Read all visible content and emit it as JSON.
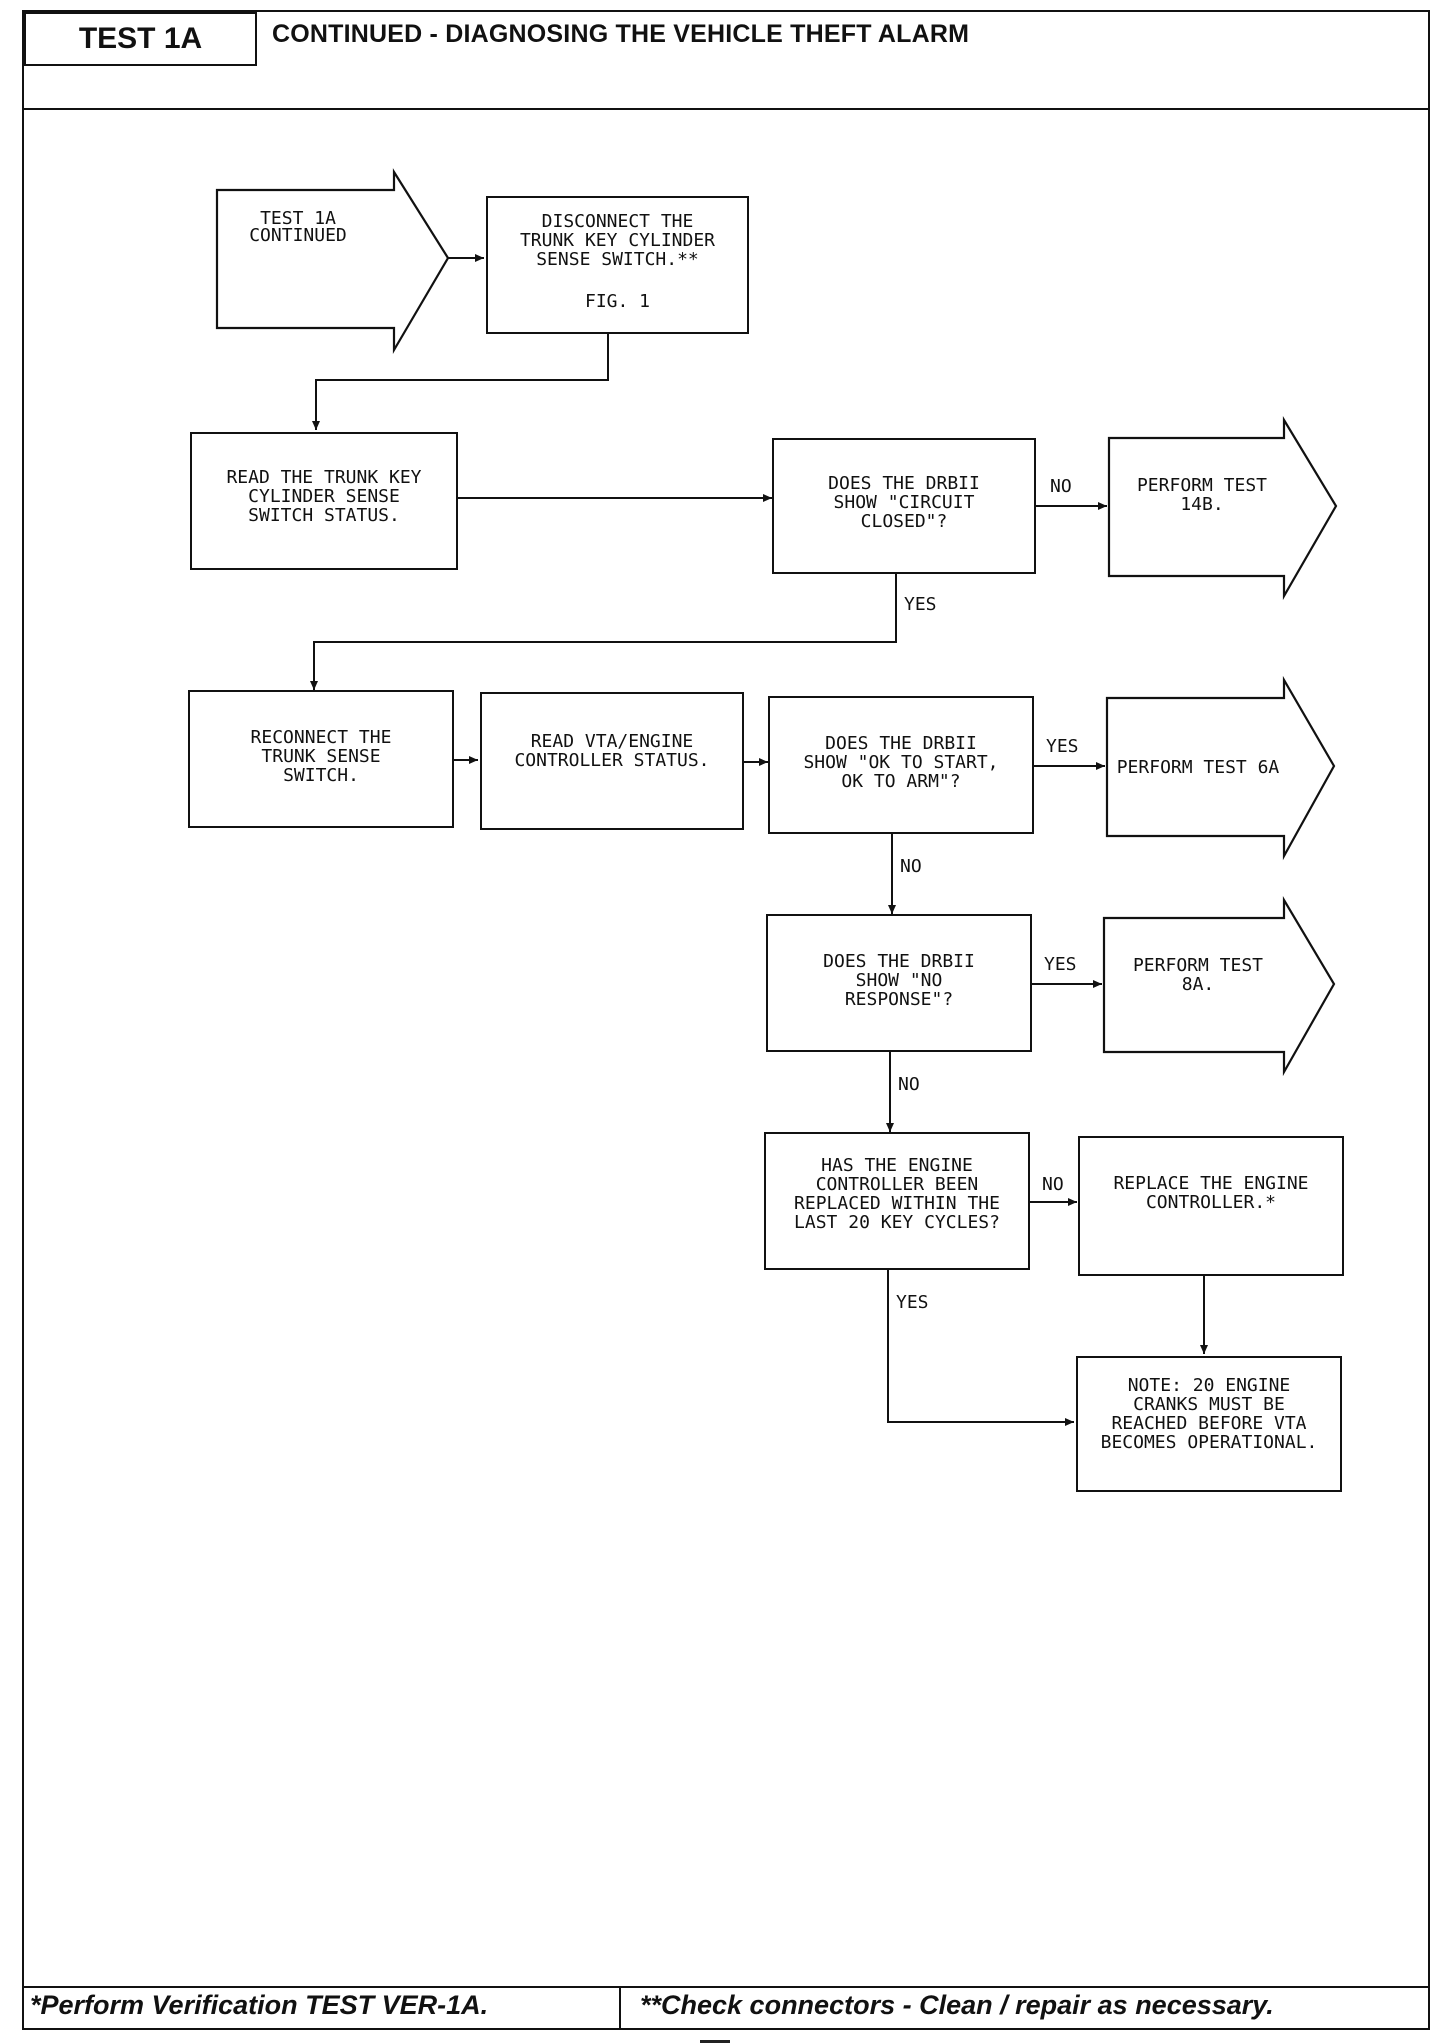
{
  "header": {
    "test_label": "TEST 1A",
    "title": "CONTINUED - DIAGNOSING THE VEHICLE THEFT ALARM"
  },
  "flowchart": {
    "start": {
      "line1": "TEST 1A",
      "line2": "CONTINUED"
    },
    "disconnect": {
      "line1": "DISCONNECT THE",
      "line2": "TRUNK KEY CYLINDER",
      "line3": "SENSE SWITCH.**",
      "fig": "FIG. 1"
    },
    "read_trunk": {
      "line1": "READ THE TRUNK KEY",
      "line2": "CYLINDER SENSE",
      "line3": "SWITCH STATUS."
    },
    "q_circuit": {
      "line1": "DOES THE DRBII",
      "line2": "SHOW \"CIRCUIT",
      "line3": "CLOSED\"?"
    },
    "perform_14b": {
      "line1": "PERFORM TEST",
      "line2": "14B."
    },
    "reconnect": {
      "line1": "RECONNECT THE",
      "line2": "TRUNK SENSE",
      "line3": "SWITCH."
    },
    "read_vta": {
      "line1": "READ VTA/ENGINE",
      "line2": "CONTROLLER STATUS."
    },
    "q_ok": {
      "line1": "DOES THE DRBII",
      "line2": "SHOW \"OK TO START,",
      "line3": "OK TO ARM\"?"
    },
    "perform_6a": {
      "line1": "PERFORM TEST 6A"
    },
    "q_noresp": {
      "line1": "DOES THE DRBII",
      "line2": "SHOW \"NO",
      "line3": "RESPONSE\"?"
    },
    "perform_8a": {
      "line1": "PERFORM TEST",
      "line2": "8A."
    },
    "q_replaced": {
      "line1": "HAS THE ENGINE",
      "line2": "CONTROLLER BEEN",
      "line3": "REPLACED WITHIN THE",
      "line4": "LAST 20 KEY CYCLES?"
    },
    "replace_ctrl": {
      "line1": "REPLACE THE ENGINE",
      "line2": "CONTROLLER.*"
    },
    "note": {
      "line1": "NOTE: 20 ENGINE",
      "line2": "CRANKS MUST BE",
      "line3": "REACHED BEFORE VTA",
      "line4": "BECOMES OPERATIONAL."
    },
    "labels": {
      "circuit_no": "NO",
      "circuit_yes": "YES",
      "ok_yes": "YES",
      "ok_no": "NO",
      "noresp_yes": "YES",
      "noresp_no": "NO",
      "replaced_no": "NO",
      "replaced_yes": "YES"
    }
  },
  "footer": {
    "left": "*Perform Verification TEST VER-1A.",
    "right": "**Check connectors - Clean / repair as necessary."
  }
}
